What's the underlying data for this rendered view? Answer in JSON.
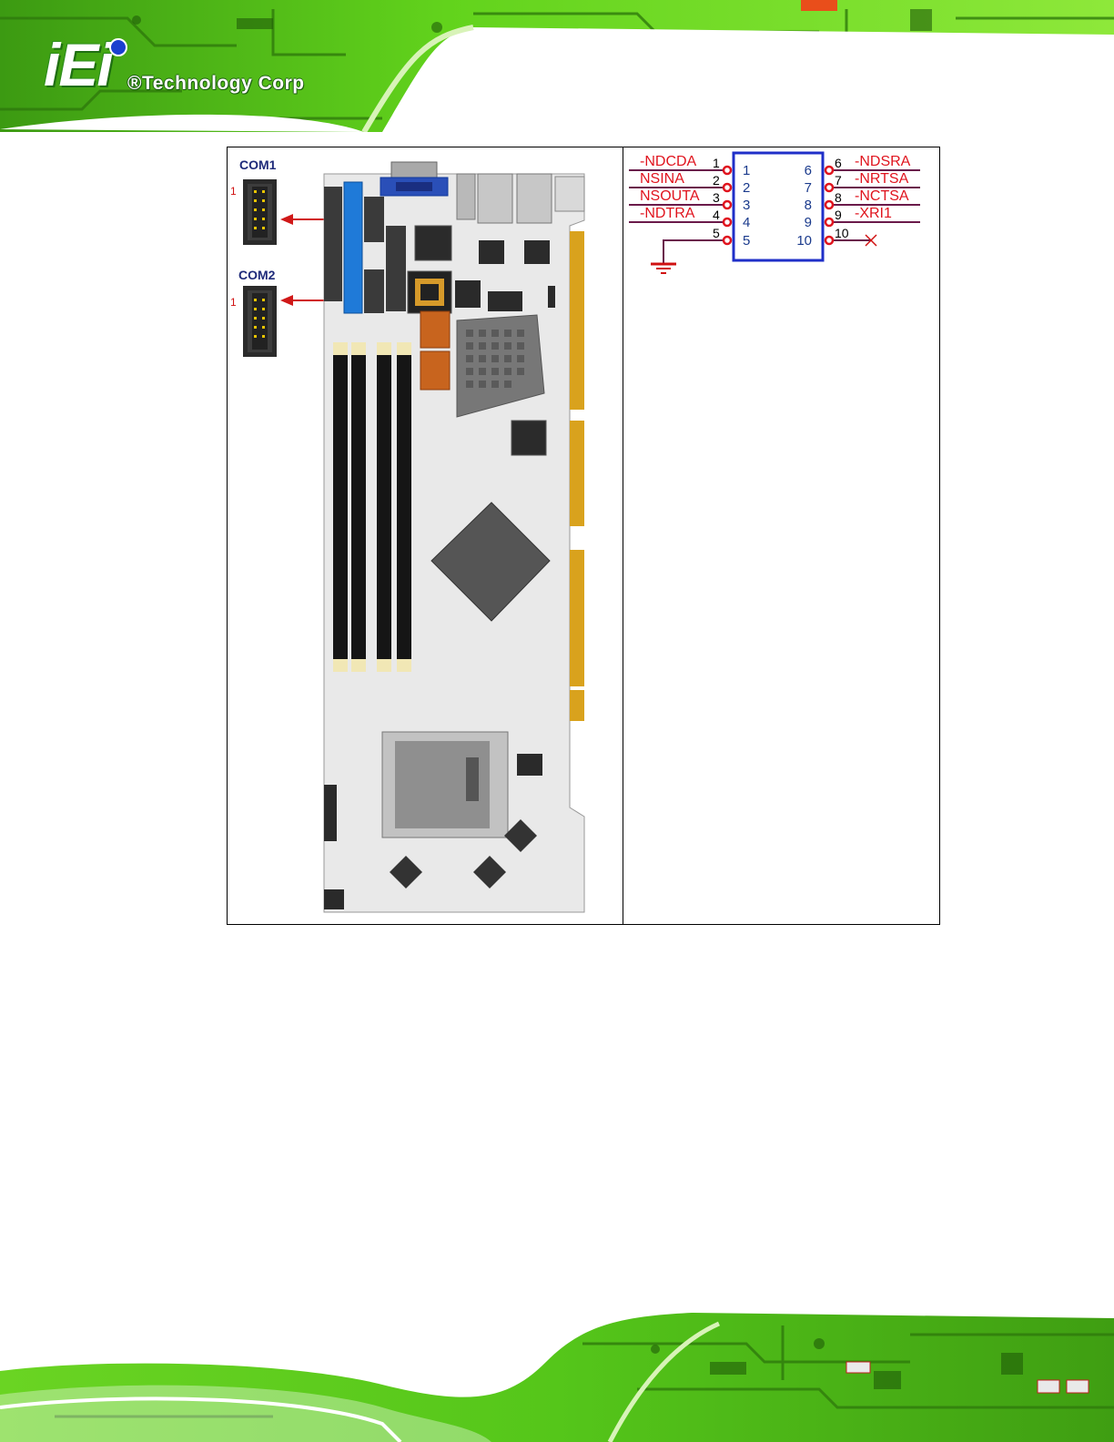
{
  "header": {
    "logo_mark": "iEi",
    "logo_text": "®Technology Corp"
  },
  "figure": {
    "board": {
      "com1_label": "COM1",
      "com2_label": "COM2",
      "pin1_marker": "1"
    },
    "schematic": {
      "left_signals": [
        {
          "name": "-NDCDA",
          "pin": "1",
          "inner": "1"
        },
        {
          "name": "NSINA",
          "pin": "2",
          "inner": "2"
        },
        {
          "name": "NSOUTA",
          "pin": "3",
          "inner": "3"
        },
        {
          "name": "-NDTRA",
          "pin": "4",
          "inner": "4"
        },
        {
          "name": "",
          "pin": "5",
          "inner": "5"
        }
      ],
      "right_signals": [
        {
          "name": "-NDSRA",
          "pin": "6",
          "inner": "6"
        },
        {
          "name": "-NRTSA",
          "pin": "7",
          "inner": "7"
        },
        {
          "name": "-NCTSA",
          "pin": "8",
          "inner": "8"
        },
        {
          "name": "-XRI1",
          "pin": "9",
          "inner": "9"
        },
        {
          "name": "",
          "pin": "10",
          "inner": "10"
        }
      ]
    }
  },
  "colors": {
    "pcb_green": "#5fd01a",
    "signal_red": "#e0141e",
    "pin_blue": "#1a3a8c",
    "wire_purple": "#6a1a4a",
    "box_blue": "#1f2fc8",
    "label_navy": "#1f2b7a"
  }
}
